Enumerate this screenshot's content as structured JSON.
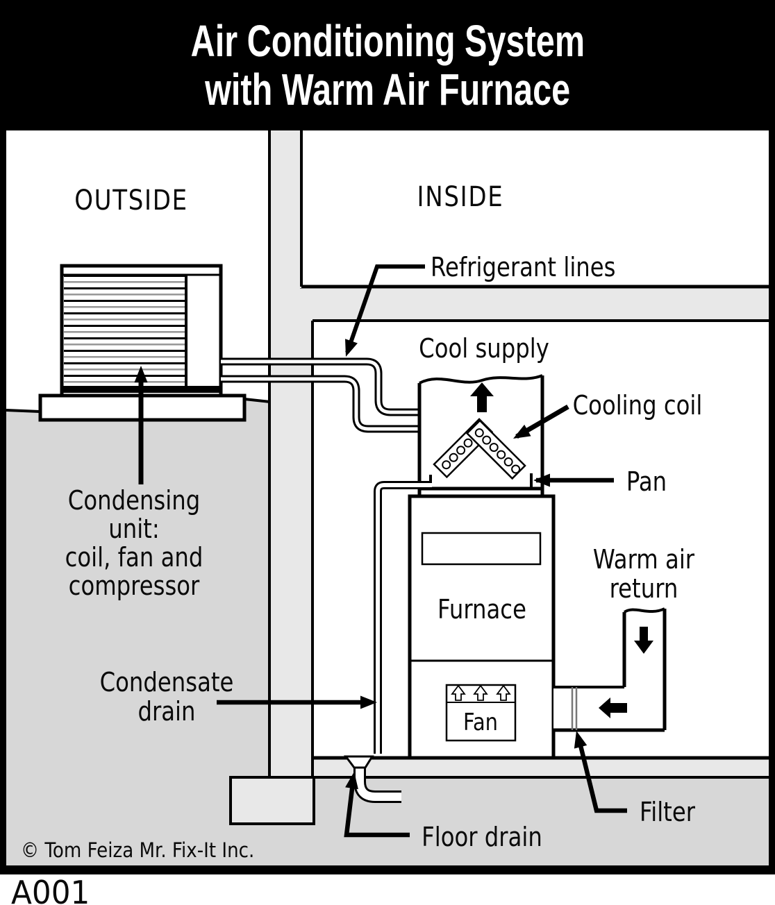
{
  "title": {
    "line1": "Air Conditioning System",
    "line2": "with Warm Air Furnace"
  },
  "areas": {
    "outside": "OUTSIDE",
    "inside": "INSIDE"
  },
  "labels": {
    "refrigerant_lines": "Refrigerant lines",
    "cool_supply": "Cool supply",
    "cooling_coil": "Cooling coil",
    "pan": "Pan",
    "warm_air_return_line1": "Warm air",
    "warm_air_return_line2": "return",
    "condensing_unit_line1": "Condensing",
    "condensing_unit_line2": "unit:",
    "condensing_unit_line3": "coil, fan and",
    "condensing_unit_line4": "compressor",
    "condensate_drain_line1": "Condensate",
    "condensate_drain_line2": "drain",
    "furnace": "Furnace",
    "fan": "Fan",
    "filter": "Filter",
    "floor_drain": "Floor drain"
  },
  "footer": {
    "copyright": "© Tom Feiza Mr. Fix-It Inc.",
    "figure_id": "A001"
  },
  "colors": {
    "title_bg": "#000000",
    "title_text": "#ffffff",
    "line": "#000000",
    "structure_gray": "#e8e8e8",
    "earth_gray": "#d7d7d7",
    "coil_stripe_gray": "#999999",
    "background": "#ffffff"
  }
}
